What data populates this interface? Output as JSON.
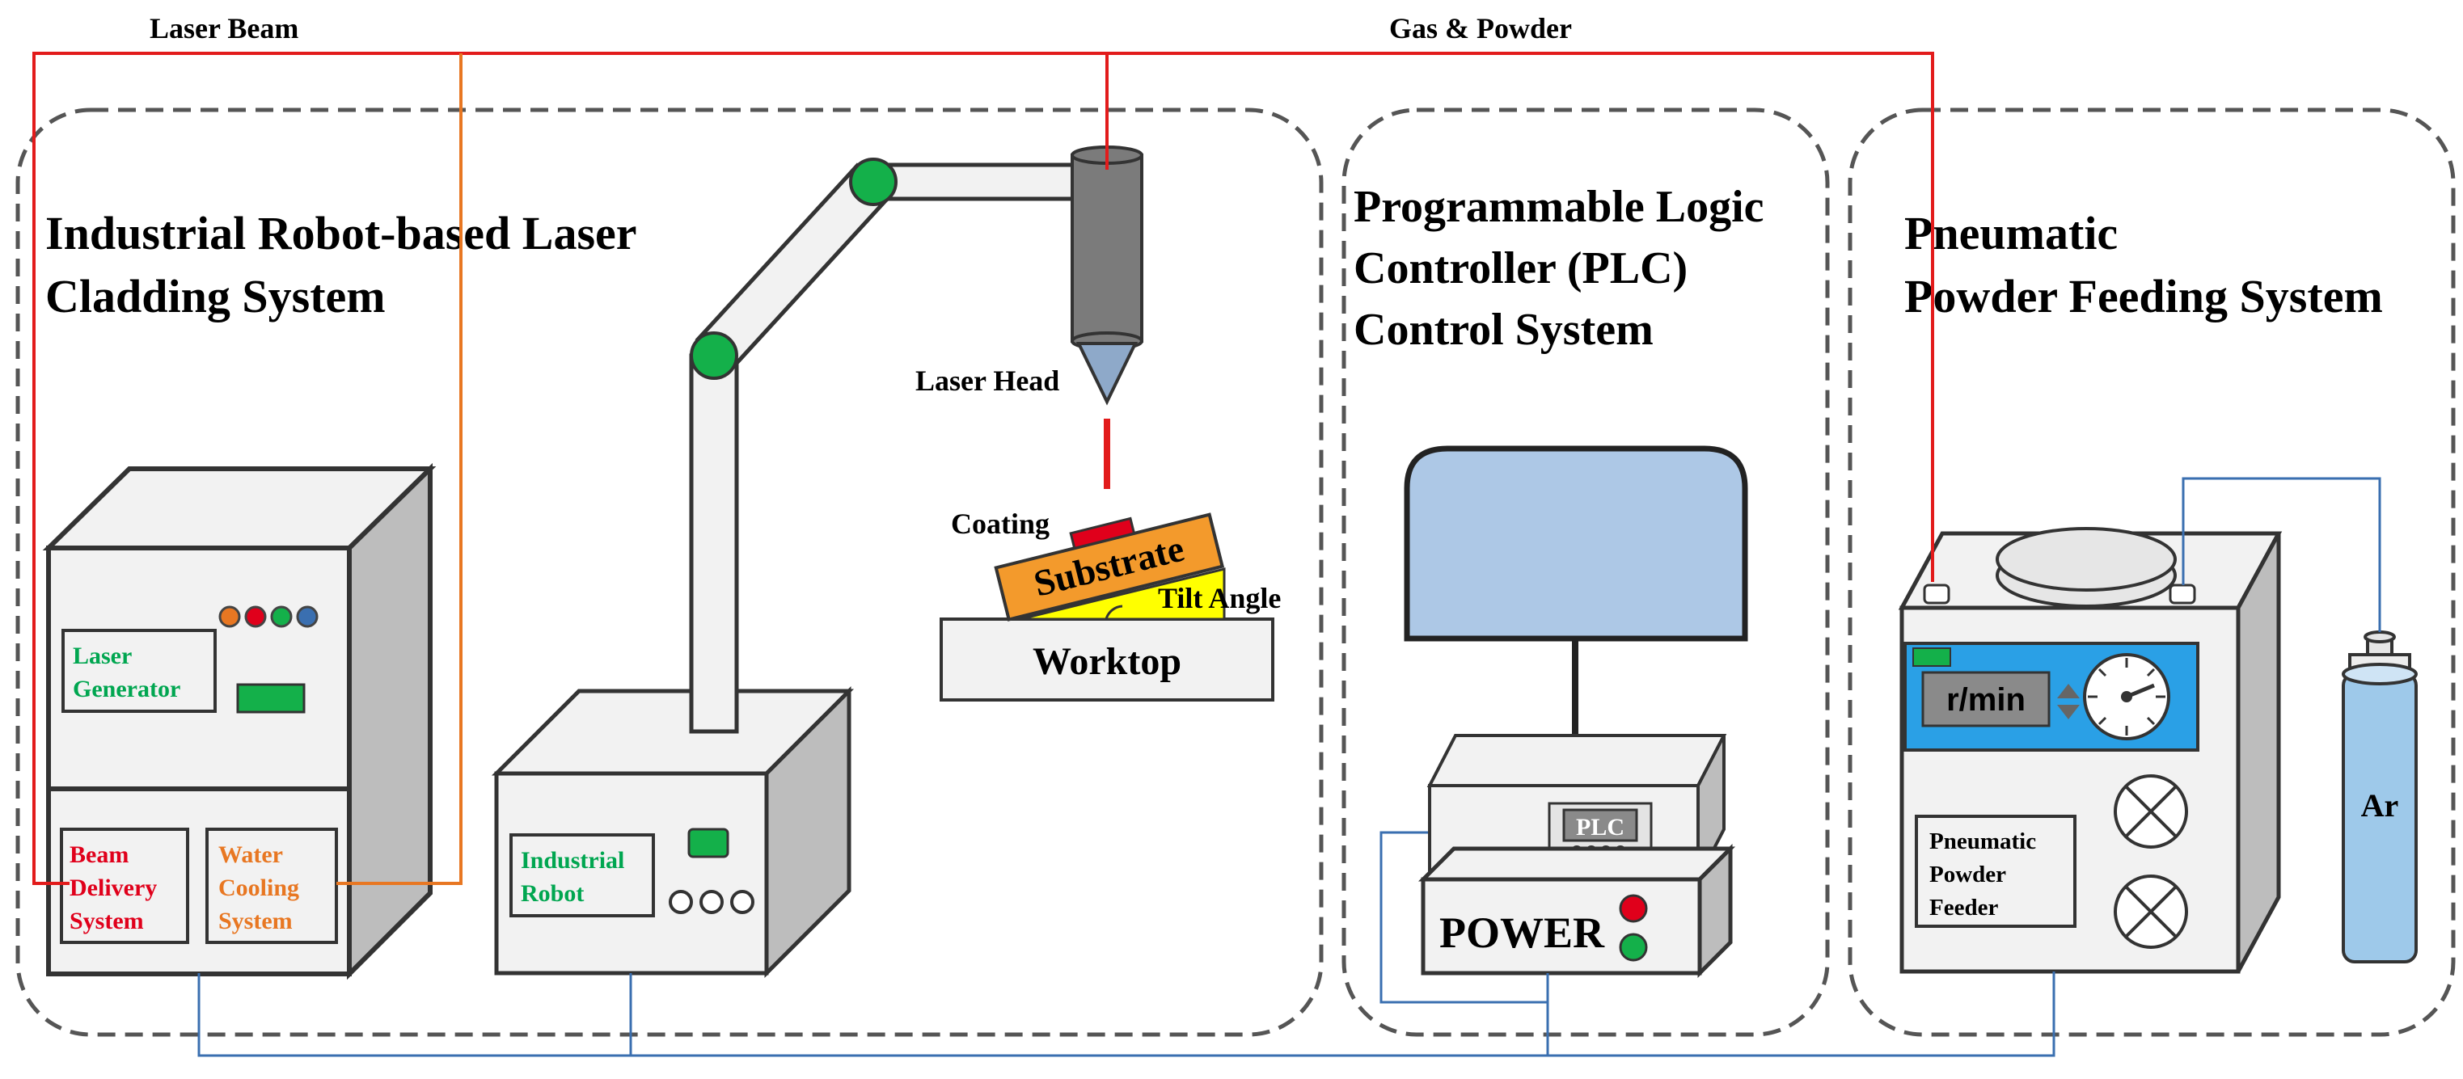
{
  "labels": {
    "laser_beam": "Laser Beam",
    "gas_powder": "Gas & Powder",
    "laser_head": "Laser Head",
    "coating": "Coating",
    "substrate": "Substrate",
    "tilt_angle": "Tilt Angle",
    "worktop": "Worktop"
  },
  "panels": {
    "cladding": {
      "title_line1": "Industrial Robot-based Laser",
      "title_line2": "Cladding System"
    },
    "plc": {
      "title_line1": "Programmable Logic",
      "title_line2": "Controller (PLC)",
      "title_line3": "Control System"
    },
    "powder": {
      "title_line1": "Pneumatic",
      "title_line2": "Powder Feeding System"
    }
  },
  "laser_cabinet": {
    "generator_line1": "Laser",
    "generator_line2": "Generator",
    "beam_line1": "Beam",
    "beam_line2": "Delivery",
    "beam_line3": "System",
    "water_line1": "Water",
    "water_line2": "Cooling",
    "water_line3": "System"
  },
  "robot": {
    "label_line1": "Industrial",
    "label_line2": "Robot"
  },
  "plc_unit": {
    "display": "PLC",
    "power": "POWER"
  },
  "feeder": {
    "speed_unit": "r/min",
    "label_line1": "Pneumatic",
    "label_line2": "Powder",
    "label_line3": "Feeder"
  },
  "cylinder": {
    "gas": "Ar"
  },
  "colors": {
    "laser_line": "#e21b1b",
    "gas_line": "#e21b1b",
    "cooling_line": "#e87722",
    "control_line": "#3a6fb0",
    "green_text": "#00a650",
    "red_text": "#e0001b",
    "orange_text": "#e87722",
    "joint_green": "#14b04a",
    "screen_blue": "#adc8e6",
    "feeder_blue": "#2aa0e6",
    "substrate_orange": "#f39a2c",
    "tilt_yellow": "#ffff00"
  }
}
